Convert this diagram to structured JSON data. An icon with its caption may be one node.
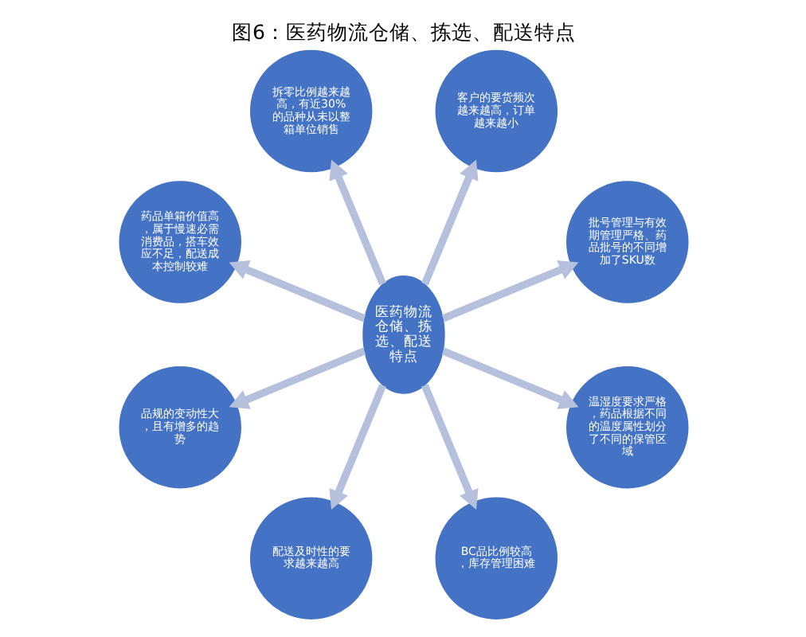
{
  "diagram": {
    "title": "图6：医药物流仓储、拣选、配送特点",
    "nodes": [
      {
        "text": [
          "医药物流仓储、拣选、配送特点"
        ]
      },
      {
        "text": [
          "批号管理与有效期管理严格、药品批号的不同增加了SKU数"
        ]
      },
      {
        "text": [
          "客户的要货频次越来越高，订单越来越小"
        ]
      },
      {
        "text": [
          "拆零比例越来越高，有近30%的品种从未以整箱单位销售"
        ]
      },
      {
        "text": [
          "药品单箱价值高，属于慢速必需消费品，搭车效应不足，配送成本控制较难"
        ]
      },
      {
        "text": [
          "品规的变动性大，且有增多的趋势"
        ]
      },
      {
        "text": [
          "配送及时性的要求越来越高"
        ]
      },
      {
        "text": [
          "BC品比例较高，库存管理困难"
        ]
      },
      {
        "text": [
          "温湿度要求严格，药品根据不同的温度属性划分了不同的保管区域"
        ]
      }
    ],
    "edges": [
      {
        "from": 0,
        "to": 1,
        "arrow": "to"
      },
      {
        "from": 0,
        "to": 2,
        "arrow": "to"
      },
      {
        "from": 0,
        "to": 3,
        "arrow": "to"
      },
      {
        "from": 0,
        "to": 4,
        "arrow": "to"
      },
      {
        "from": 0,
        "to": 5,
        "arrow": "to"
      },
      {
        "from": 0,
        "to": 6,
        "arrow": "to"
      },
      {
        "from": 0,
        "to": 7,
        "arrow": "to"
      },
      {
        "from": 0,
        "to": 8,
        "arrow": "to"
      }
    ]
  }
}
